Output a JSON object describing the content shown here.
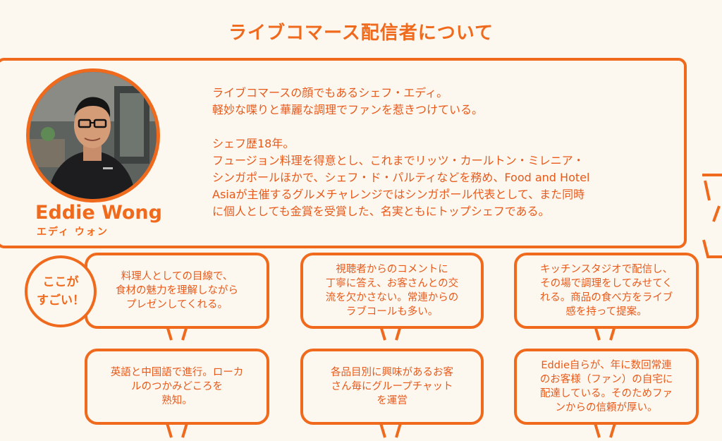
{
  "title": "ライブコマース配信者について",
  "profile": {
    "name": "Eddie Wong",
    "name_kana": "エディ ウォン",
    "bio_lines_1": [
      "ライブコマースの顔でもあるシェフ・エディ。",
      "軽妙な喋りと華麗な調理でファンを惹きつけている。"
    ],
    "bio_lines_2": [
      "シェフ歴18年。",
      "フュージョン料理を得意とし、これまでリッツ・カールトン・ミレニア・",
      "シンガポールほかで、シェフ・ド・パルティなどを務め、Food and Hotel",
      "Asiaが主催するグルメチャレンジではシンガポール代表として、また同時",
      "に個人としても金賞を受賞した、名実ともにトップシェフである。"
    ]
  },
  "badge": {
    "line1": "ここが",
    "line2": "すごい！"
  },
  "points": [
    "料理人としての目線で、\n食材の魅力を理解しながら\nプレゼンしてくれる。",
    "視聴者からのコメントに\n丁寧に答え、お客さんとの交\n流を欠かさない。常連からの\nラブコールも多い。",
    "キッチンスタジオで配信し、\nその場で調理をしてみせてく\nれる。商品の食べ方をライブ\n感を持って提案。",
    "英語と中国語で進行。ローカ\nルのつかみどころを\n熟知。",
    "各品目別に興味があるお客\nさん毎にグループチャット\nを運営",
    "Eddie自らが、年に数回常連\nのお客様（ファン）の自宅に\n配達している。そのためファ\nンからの信頼が厚い。"
  ],
  "colors": {
    "accent": "#f06a1e",
    "text": "#e8591a",
    "background": "#fdf8ef"
  }
}
